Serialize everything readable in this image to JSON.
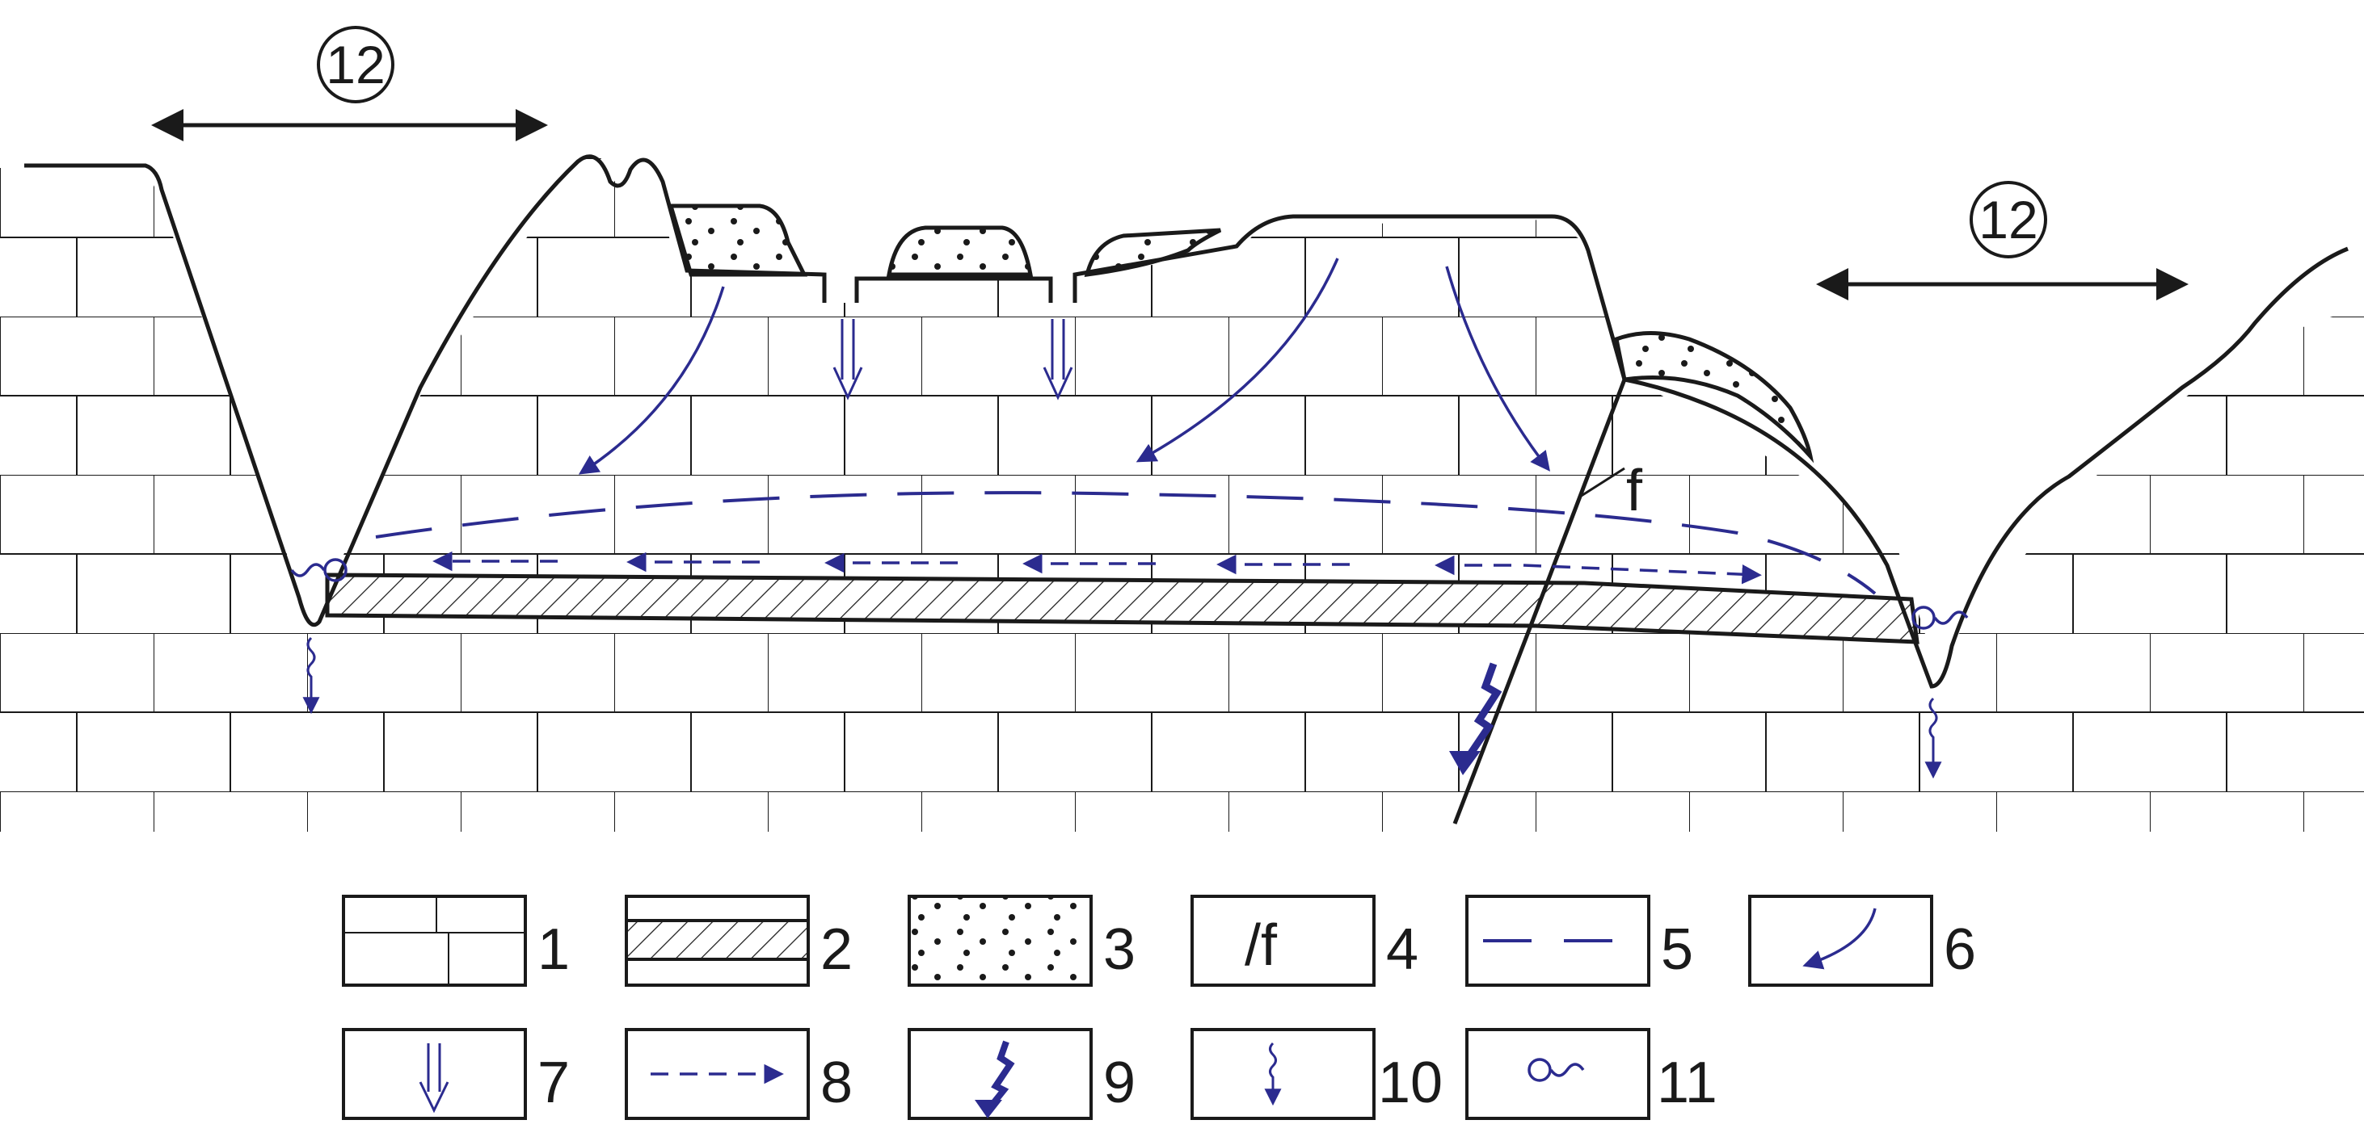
{
  "cross_section": {
    "scale_labels": [
      "12",
      "12"
    ],
    "fault_label": "f"
  },
  "legend": {
    "items": [
      {
        "number": "1",
        "symbol": "limestone-pattern"
      },
      {
        "number": "2",
        "symbol": "aquiclude-hatch"
      },
      {
        "number": "3",
        "symbol": "sand-dots"
      },
      {
        "number": "4",
        "symbol": "fault-line",
        "text": "/f"
      },
      {
        "number": "5",
        "symbol": "dashed-water-table"
      },
      {
        "number": "6",
        "symbol": "infiltration-arrow"
      },
      {
        "number": "7",
        "symbol": "doline-recharge-arrow"
      },
      {
        "number": "8",
        "symbol": "dashed-flow-arrow"
      },
      {
        "number": "9",
        "symbol": "fault-leakage-arrow"
      },
      {
        "number": "10",
        "symbol": "wavy-down-arrow"
      },
      {
        "number": "11",
        "symbol": "spring-symbol"
      }
    ]
  },
  "colors": {
    "line": "#1a1a1a",
    "water": "#2b2b8f"
  }
}
